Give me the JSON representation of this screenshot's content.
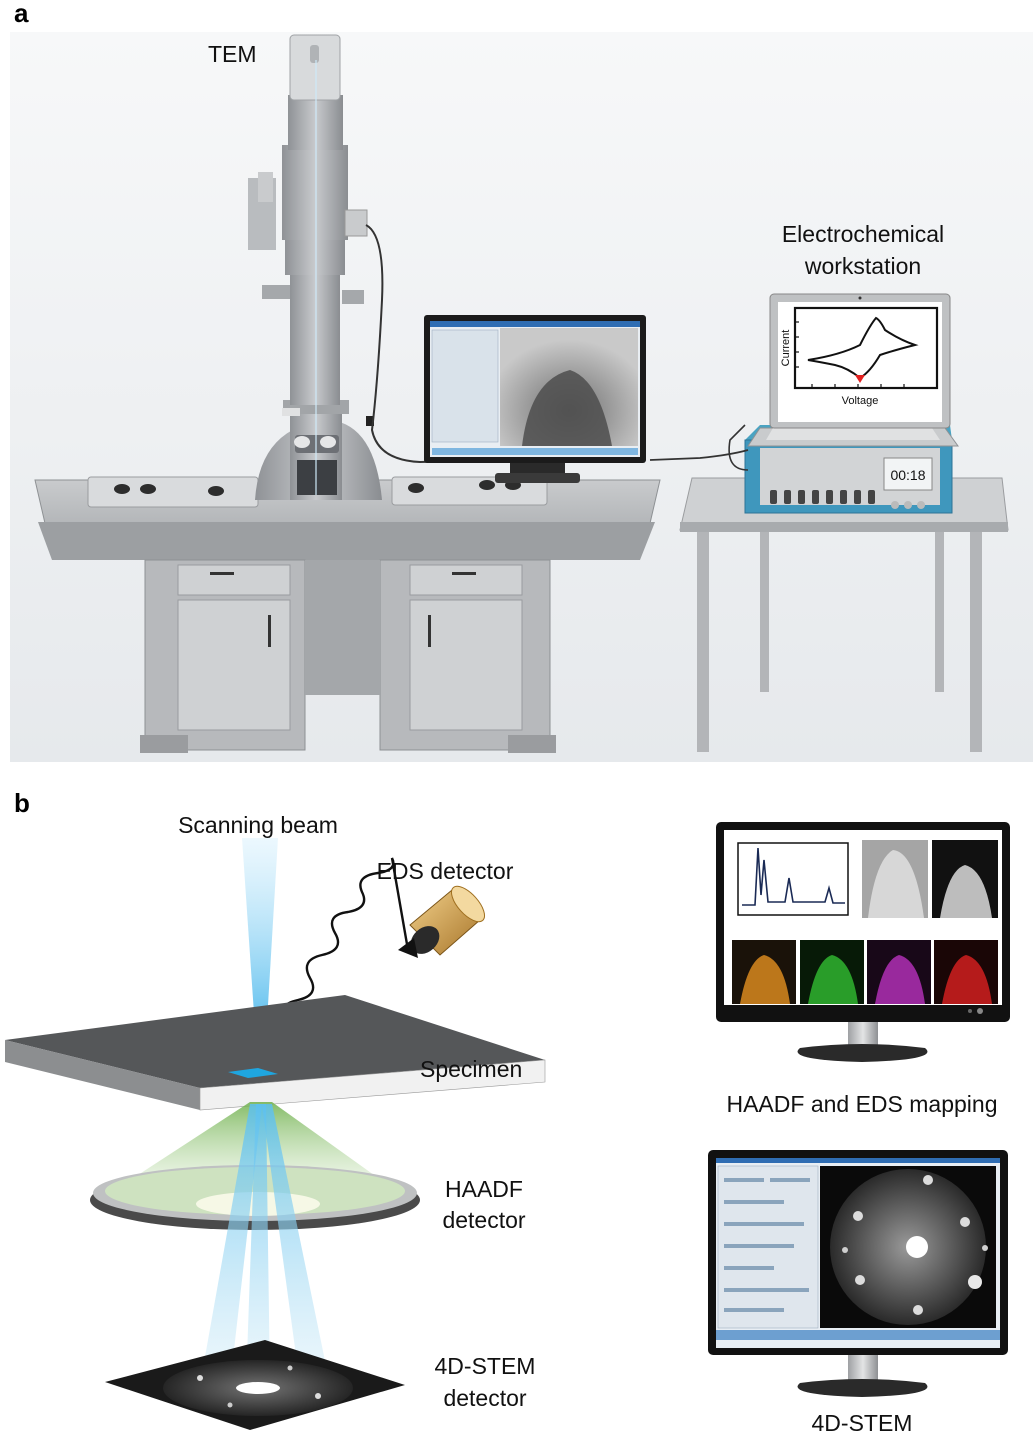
{
  "panel_a": {
    "letter": "a",
    "tem_label": "TEM",
    "workstation_label_line1": "Electrochemical",
    "workstation_label_line2": "workstation",
    "cv_ylabel": "Current",
    "cv_xlabel": "Voltage",
    "timer": "00:18"
  },
  "panel_b": {
    "letter": "b",
    "beam_label": "Scanning beam",
    "eds_label": "EDS detector",
    "specimen_label": "Specimen",
    "haadf_label_line1": "HAADF",
    "haadf_label_line2": "detector",
    "stem_label_line1": "4D-STEM",
    "stem_label_line2": "detector",
    "monitor1_caption": "HAADF and EDS mapping",
    "monitor2_caption": "4D-STEM",
    "map_colors": [
      "#d98a1e",
      "#2fb52f",
      "#b02fb5",
      "#d12020"
    ]
  }
}
